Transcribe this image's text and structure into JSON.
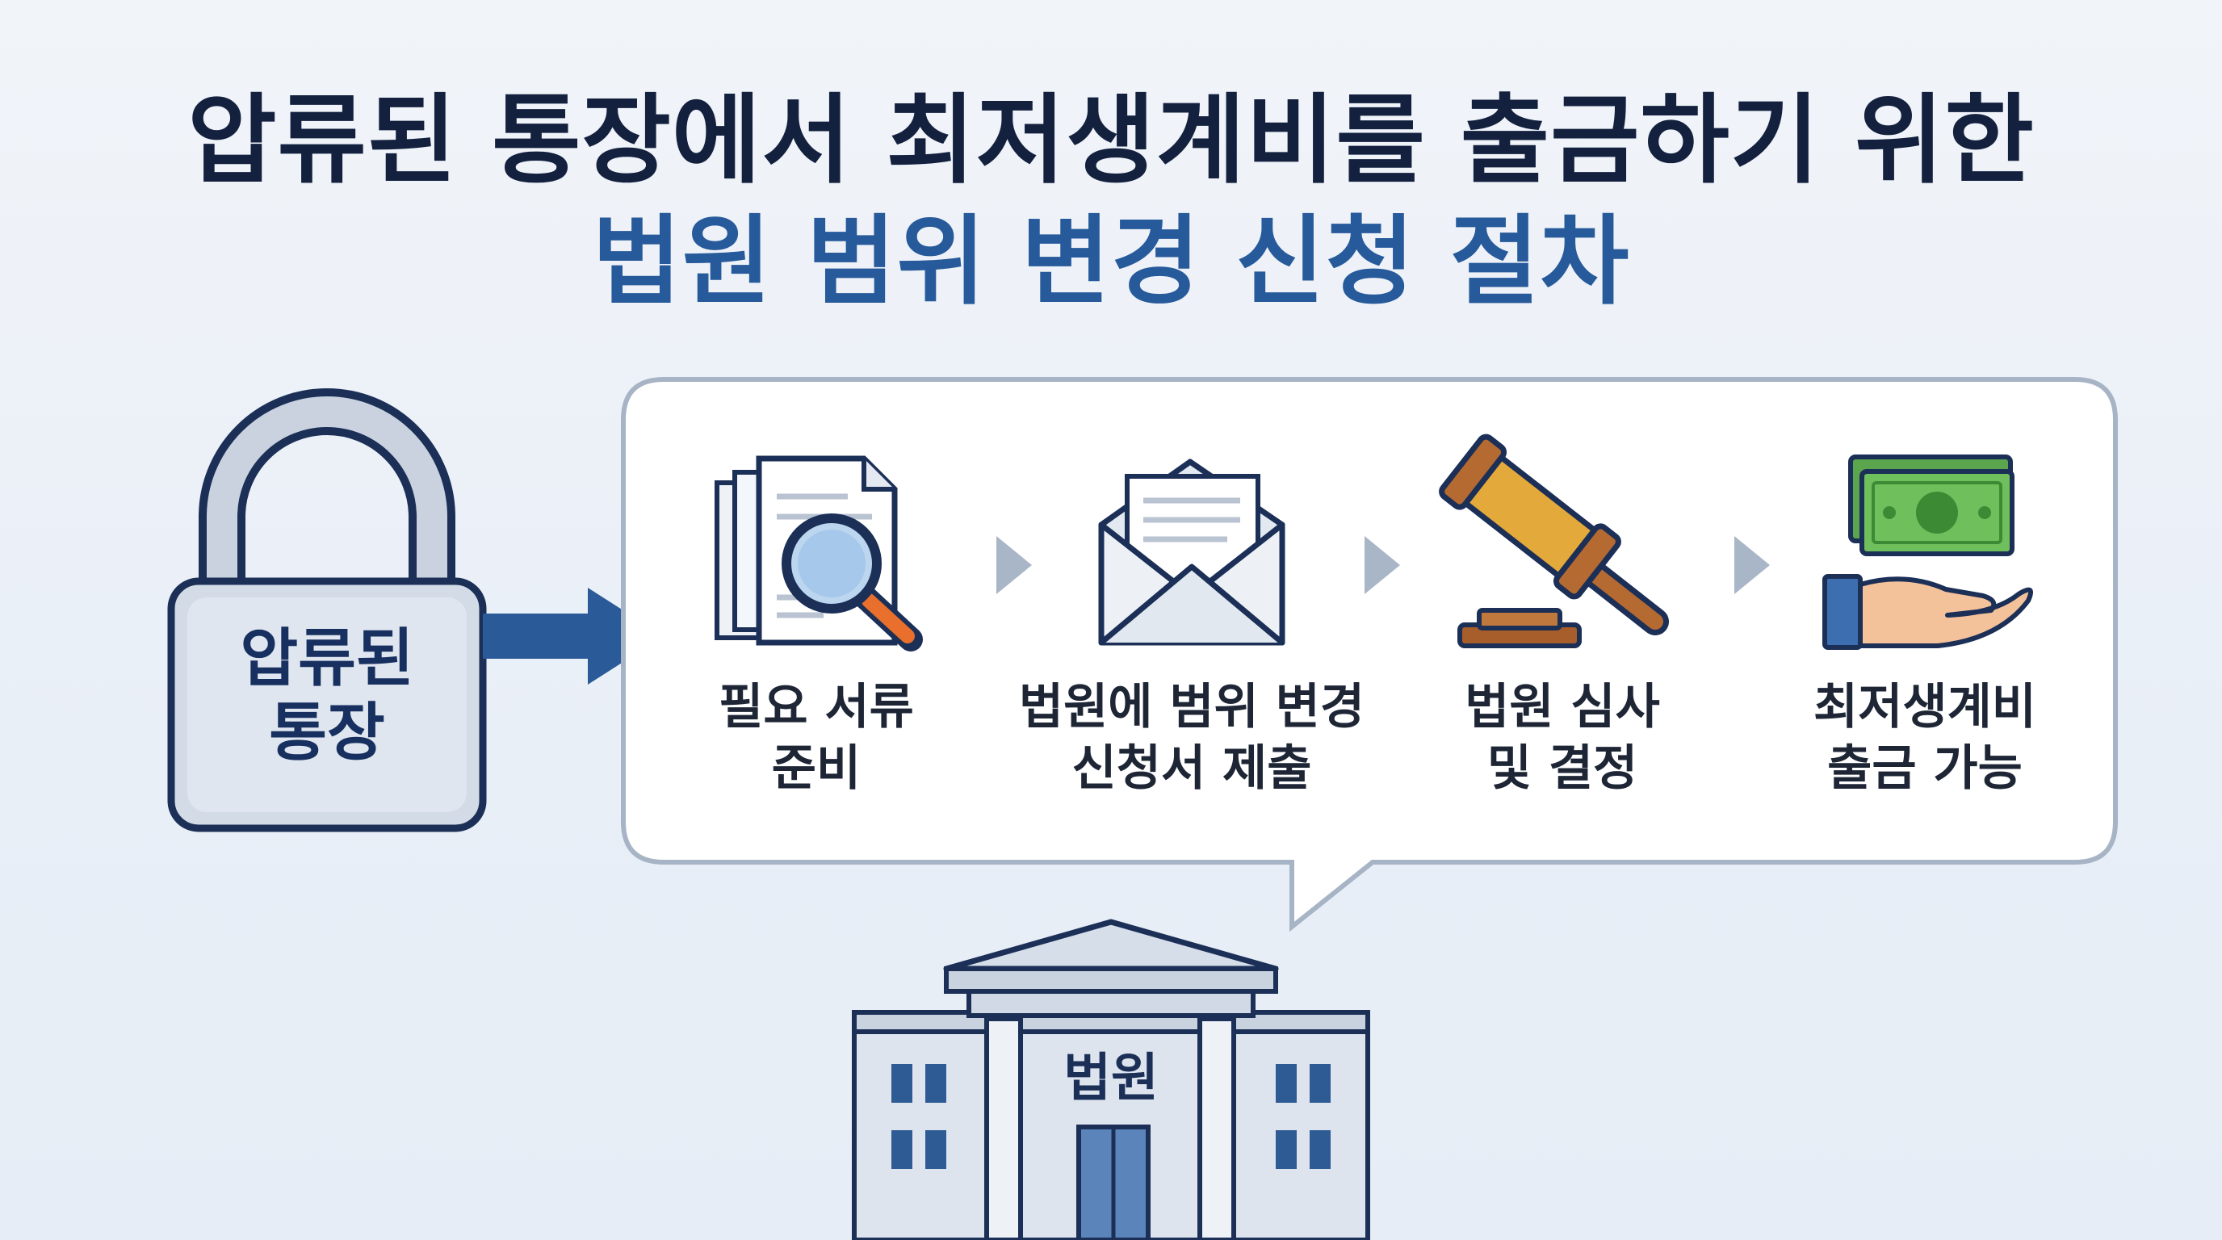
{
  "title": {
    "line1": "압류된 통장에서 최저생계비를 출금하기 위한",
    "line2": "법원 범위 변경 신청 절차"
  },
  "lock": {
    "label_line1": "압류된",
    "label_line2": "통장",
    "icon": "padlock-icon"
  },
  "steps": [
    {
      "line1": "필요 서류",
      "line2": "준비",
      "icon": "document-magnifier-icon"
    },
    {
      "line1": "법원에 범위 변경",
      "line2": "신청서 제출",
      "icon": "envelope-letter-icon"
    },
    {
      "line1": "법원 심사",
      "line2": "및 결정",
      "icon": "gavel-icon"
    },
    {
      "line1": "최저생계비",
      "line2": "출금 가능",
      "icon": "hand-money-icon"
    }
  ],
  "court": {
    "label": "법원",
    "icon": "courthouse-icon"
  },
  "colors": {
    "title_dark": "#13213f",
    "title_blue": "#275a9a",
    "outline_navy": "#1b2f57",
    "arrow_blue": "#2a5a98",
    "chevron_gray": "#a9b6c7",
    "bubble_border": "#a7b4c5"
  }
}
